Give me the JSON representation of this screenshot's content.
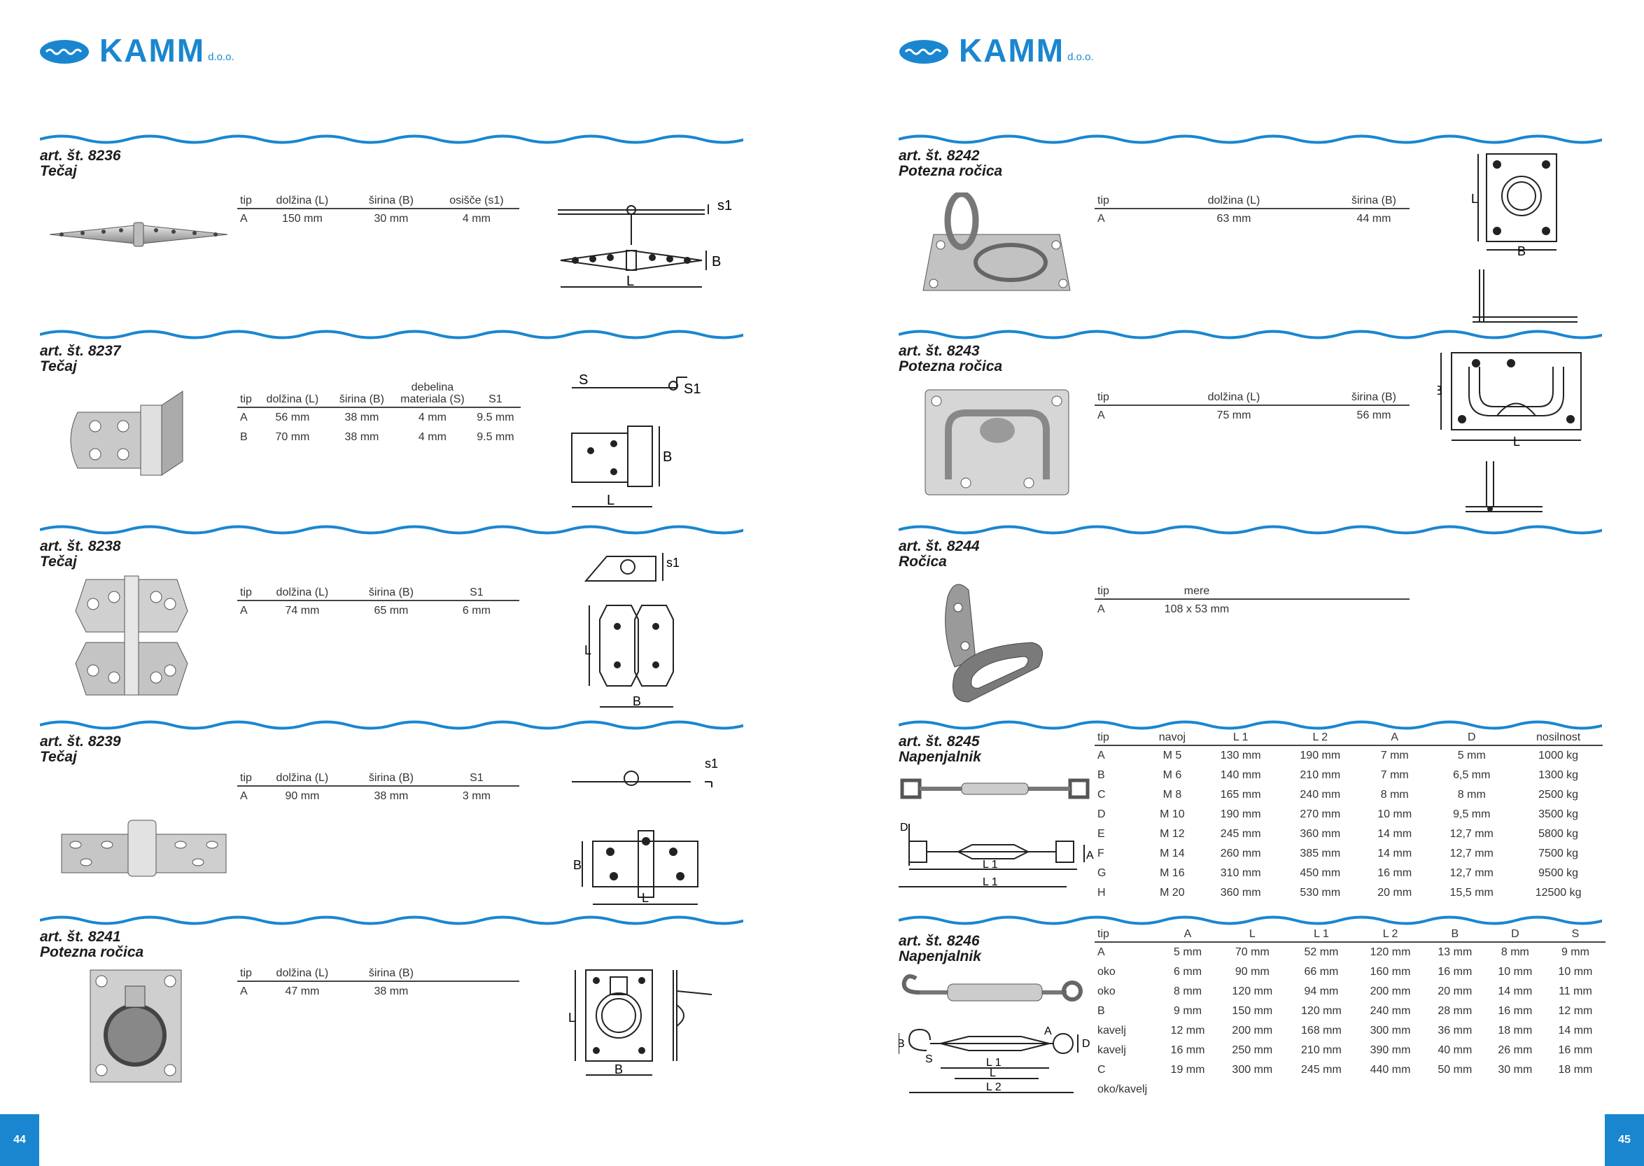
{
  "brand": {
    "name": "KAMM",
    "suffix": "d.o.o.",
    "color": "#1a86d0"
  },
  "pages": {
    "left_number": "44",
    "right_number": "45"
  },
  "items": {
    "a8236": {
      "art": "art. št. 8236",
      "name": "Tečaj",
      "headers": [
        "tip",
        "dolžina (L)",
        "širina (B)",
        "osišče (s1)"
      ],
      "rows": [
        [
          "A",
          "150 mm",
          "30 mm",
          "4 mm"
        ]
      ]
    },
    "a8237": {
      "art": "art. št. 8237",
      "name": "Tečaj",
      "headers": [
        "tip",
        "dolžina (L)",
        "širina (B)",
        "debelina materiala (S)",
        "S1"
      ],
      "rows": [
        [
          "A",
          "56 mm",
          "38 mm",
          "4 mm",
          "9.5 mm"
        ],
        [
          "B",
          "70 mm",
          "38 mm",
          "4 mm",
          "9.5 mm"
        ]
      ]
    },
    "a8238": {
      "art": "art. št. 8238",
      "name": "Tečaj",
      "headers": [
        "tip",
        "dolžina (L)",
        "širina (B)",
        "S1"
      ],
      "rows": [
        [
          "A",
          "74 mm",
          "65 mm",
          "6 mm"
        ]
      ]
    },
    "a8239": {
      "art": "art. št. 8239",
      "name": "Tečaj",
      "headers": [
        "tip",
        "dolžina (L)",
        "širina (B)",
        "S1"
      ],
      "rows": [
        [
          "A",
          "90 mm",
          "38 mm",
          "3 mm"
        ]
      ]
    },
    "a8241": {
      "art": "art. št. 8241",
      "name": "Potezna ročica",
      "headers": [
        "tip",
        "dolžina (L)",
        "širina (B)"
      ],
      "rows": [
        [
          "A",
          "47 mm",
          "38 mm"
        ]
      ]
    },
    "a8242": {
      "art": "art. št. 8242",
      "name": "Potezna ročica",
      "headers": [
        "tip",
        "dolžina (L)",
        "širina (B)"
      ],
      "rows": [
        [
          "A",
          "63 mm",
          "44 mm"
        ]
      ]
    },
    "a8243": {
      "art": "art. št. 8243",
      "name": "Potezna ročica",
      "headers": [
        "tip",
        "dolžina (L)",
        "širina (B)"
      ],
      "rows": [
        [
          "A",
          "75 mm",
          "56 mm"
        ]
      ]
    },
    "a8244": {
      "art": "art. št. 8244",
      "name": "Ročica",
      "headers": [
        "tip",
        "mere"
      ],
      "rows": [
        [
          "A",
          "108 x 53 mm"
        ]
      ]
    },
    "a8245": {
      "art": "art. št. 8245",
      "name": "Napenjalnik",
      "headers": [
        "tip",
        "navoj",
        "L 1",
        "L 2",
        "A",
        "D",
        "nosilnost"
      ],
      "rows": [
        [
          "A",
          "M 5",
          "130 mm",
          "190 mm",
          "7 mm",
          "5 mm",
          "1000 kg"
        ],
        [
          "B",
          "M 6",
          "140 mm",
          "210 mm",
          "7 mm",
          "6,5 mm",
          "1300 kg"
        ],
        [
          "C",
          "M 8",
          "165 mm",
          "240 mm",
          "8 mm",
          "8 mm",
          "2500 kg"
        ],
        [
          "D",
          "M 10",
          "190 mm",
          "270 mm",
          "10 mm",
          "9,5 mm",
          "3500 kg"
        ],
        [
          "E",
          "M 12",
          "245 mm",
          "360 mm",
          "14 mm",
          "12,7 mm",
          "5800 kg"
        ],
        [
          "F",
          "M 14",
          "260 mm",
          "385 mm",
          "14 mm",
          "12,7 mm",
          "7500 kg"
        ],
        [
          "G",
          "M 16",
          "310 mm",
          "450 mm",
          "16 mm",
          "12,7 mm",
          "9500 kg"
        ],
        [
          "H",
          "M 20",
          "360 mm",
          "530 mm",
          "20 mm",
          "15,5 mm",
          "12500 kg"
        ]
      ]
    },
    "a8246": {
      "art": "art. št. 8246",
      "name": "Napenjalnik",
      "headers": [
        "tip",
        "A",
        "L",
        "L 1",
        "L 2",
        "B",
        "D",
        "S"
      ],
      "rows": [
        [
          "A",
          "5 mm",
          "70 mm",
          "52 mm",
          "120 mm",
          "13 mm",
          "8 mm",
          "9 mm"
        ],
        [
          "oko",
          "6 mm",
          "90 mm",
          "66 mm",
          "160 mm",
          "16 mm",
          "10 mm",
          "10 mm"
        ],
        [
          "oko",
          "8 mm",
          "120 mm",
          "94 mm",
          "200 mm",
          "20 mm",
          "14 mm",
          "11 mm"
        ],
        [
          "B",
          "9 mm",
          "150 mm",
          "120 mm",
          "240 mm",
          "28 mm",
          "16 mm",
          "12 mm"
        ],
        [
          "kavelj",
          "12 mm",
          "200 mm",
          "168 mm",
          "300 mm",
          "36 mm",
          "18 mm",
          "14 mm"
        ],
        [
          "kavelj",
          "16 mm",
          "250 mm",
          "210 mm",
          "390 mm",
          "40 mm",
          "26 mm",
          "16 mm"
        ],
        [
          "C",
          "19 mm",
          "300 mm",
          "245 mm",
          "440 mm",
          "50 mm",
          "30 mm",
          "18 mm"
        ],
        [
          "oko/kavelj",
          "",
          "",
          "",
          "",
          "",
          "",
          ""
        ]
      ]
    }
  },
  "drawing_labels": {
    "L": "L",
    "B": "B",
    "S": "S",
    "s1": "s1",
    "S1": "S1",
    "A": "A",
    "D": "D",
    "L1": "L 1",
    "L2": "L 2"
  }
}
